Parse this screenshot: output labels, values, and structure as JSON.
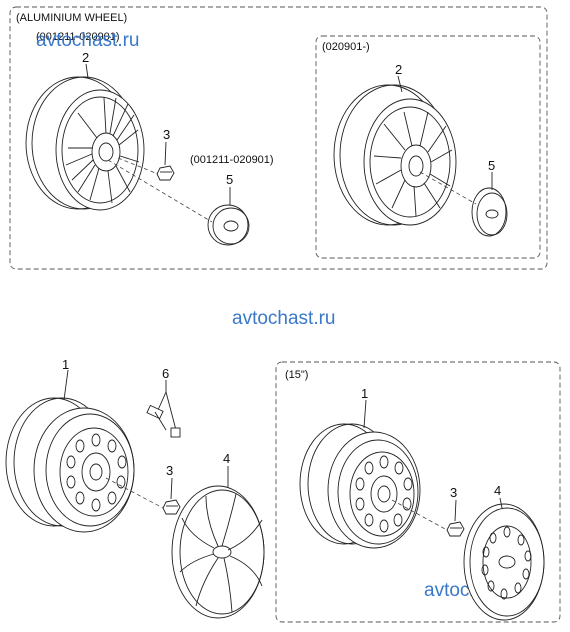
{
  "labels": {
    "aluminium_wheel": "(ALUMINIUM WHEEL)",
    "range_top": "(001211-020901)",
    "range_cap": "(001211-020901)",
    "range_right": "(020901-)",
    "size_15": "(15\")"
  },
  "parts": {
    "p1": "1",
    "p2": "2",
    "p3": "3",
    "p4": "4",
    "p5": "5",
    "p6": "6"
  },
  "watermark": "avtochast.ru",
  "colors": {
    "watermark": "#3a78c8",
    "line": "#222222"
  }
}
